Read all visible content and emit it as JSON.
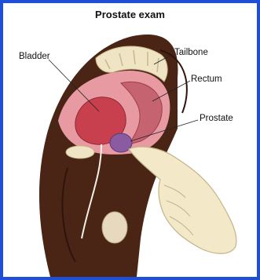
{
  "title": "Prostate exam",
  "labels": {
    "bladder": "Bladder",
    "tailbone": "Tailbone",
    "rectum": "Rectum",
    "prostate": "Prostate"
  },
  "colors": {
    "border": "#1f4fd6",
    "skin_dark": "#4a2415",
    "skin_mid": "#6b3520",
    "tissue_pink": "#e89aa2",
    "bladder_red": "#c8404e",
    "bone": "#efe4c4",
    "prostate_purple": "#8a5ba0",
    "glove": "#f3e9c8"
  }
}
